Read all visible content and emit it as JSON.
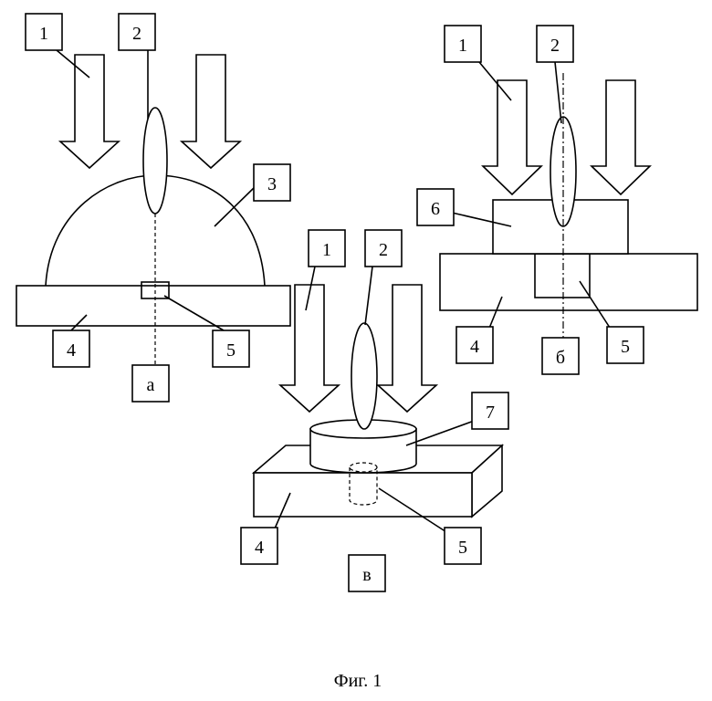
{
  "caption": "Фиг. 1",
  "labels": {
    "a1": "1",
    "a2": "2",
    "a3": "3",
    "a4": "4",
    "a5": "5",
    "a_sub": "а",
    "b1": "1",
    "b2": "2",
    "b6": "6",
    "b4": "4",
    "b5": "5",
    "b_sub": "б",
    "c1": "1",
    "c2": "2",
    "c7": "7",
    "c4": "4",
    "c5": "5",
    "c_sub": "в"
  }
}
